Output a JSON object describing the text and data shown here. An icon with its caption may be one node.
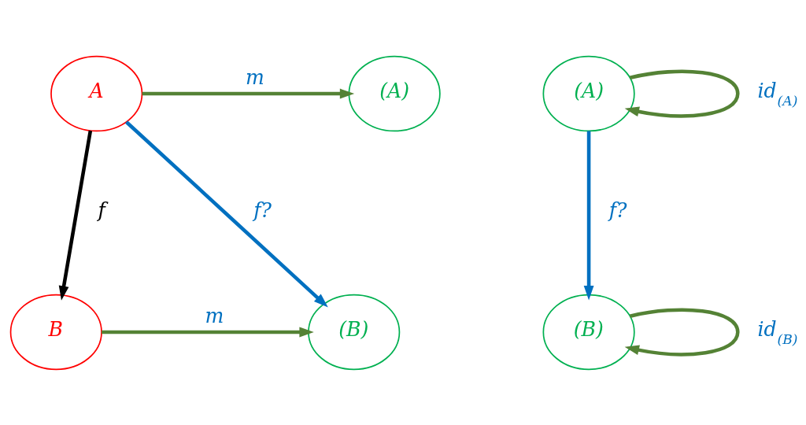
{
  "diagram": {
    "nodes": [
      {
        "text": [
          "A"
        ]
      },
      {
        "text": [
          "(A)"
        ]
      },
      {
        "text": [
          "B"
        ]
      },
      {
        "text": [
          "(B)"
        ]
      },
      {
        "text": [
          "(A)"
        ]
      },
      {
        "text": [
          "(B)"
        ]
      }
    ],
    "edges": [
      {
        "from": 0,
        "to": 1,
        "arrow": "to",
        "label": "m"
      },
      {
        "from": 0,
        "to": 2,
        "arrow": "to",
        "label": "f",
        "color": "#000000"
      },
      {
        "from": 0,
        "to": 3,
        "arrow": "to",
        "label": "f?",
        "color": "#0070c0"
      },
      {
        "from": 2,
        "to": 3,
        "arrow": "to",
        "label": "m"
      },
      {
        "from": 4,
        "to": 4,
        "arrow": "to",
        "label": "id$_{(A)}$"
      },
      {
        "from": 4,
        "to": 5,
        "arrow": "to",
        "label": "f?",
        "color": "#0070c0"
      },
      {
        "from": 5,
        "to": 5,
        "arrow": "to",
        "label": "id$_{(B)}$"
      }
    ]
  }
}
